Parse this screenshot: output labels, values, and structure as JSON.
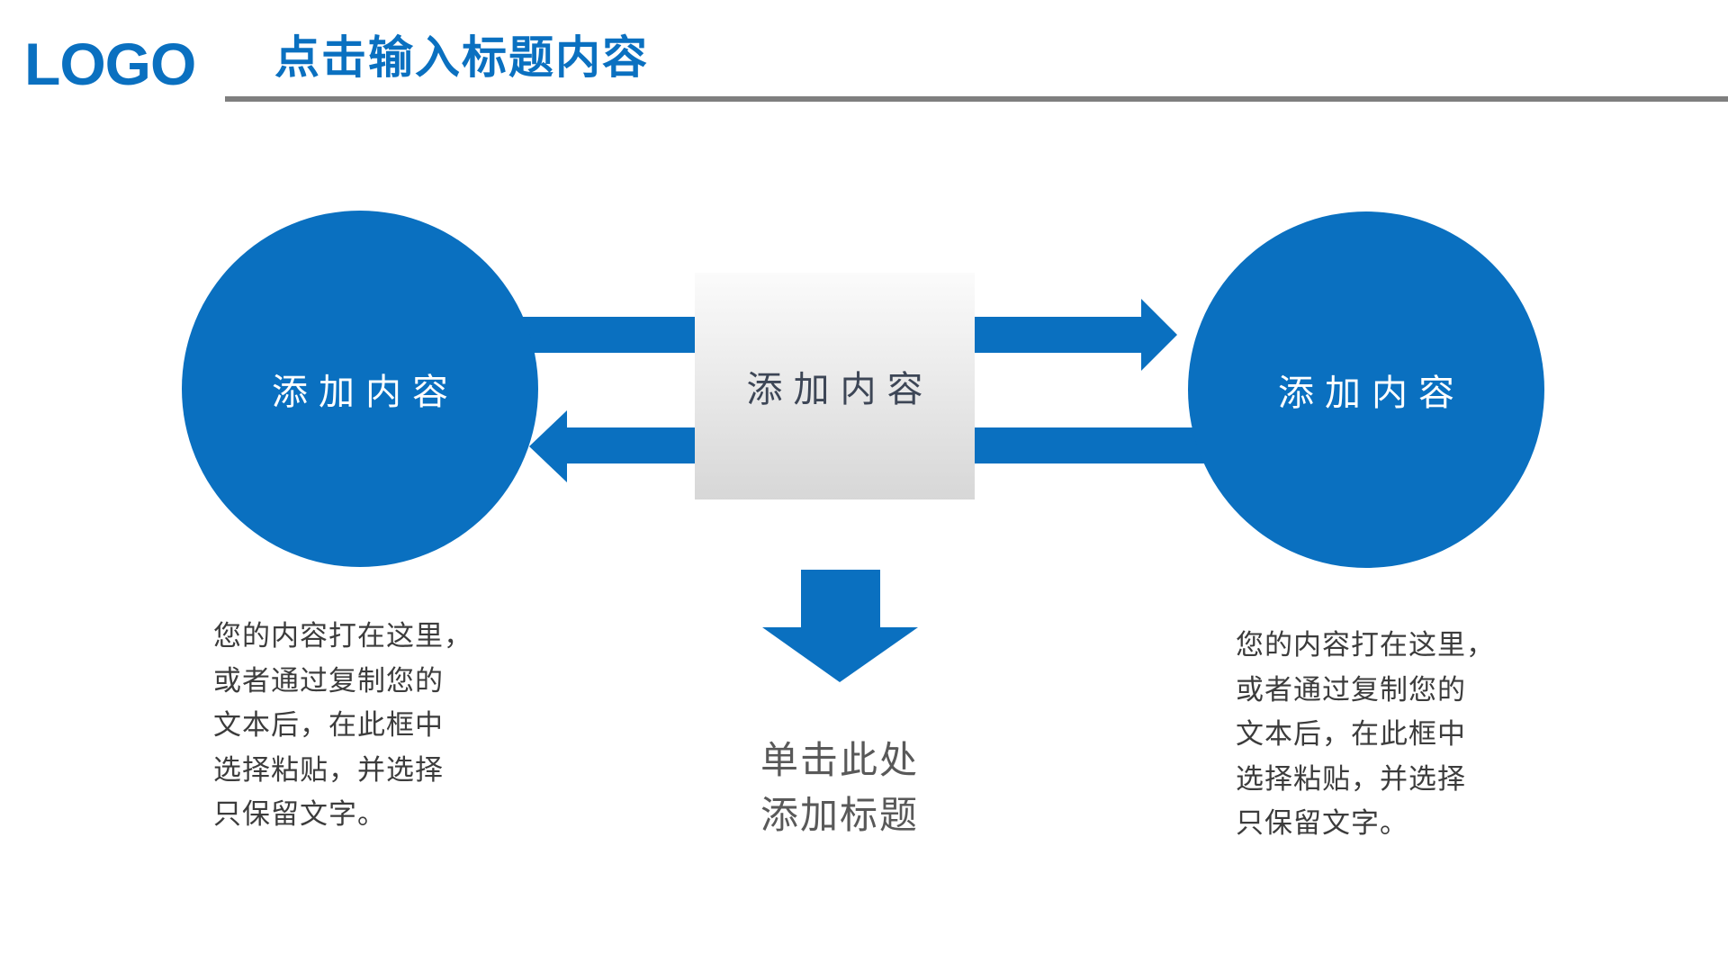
{
  "colors": {
    "primary_blue": "#0A70C0",
    "divider_gray": "#7F7F7F",
    "box_text": "#3D4656",
    "caption_gray": "#595959",
    "body_text": "#3C3C3C",
    "box_grad_top": "#FBFBFB",
    "box_grad_bottom": "#D7D7D7"
  },
  "header": {
    "logo_text": "LOGO",
    "title": "点击输入标题内容"
  },
  "diagram": {
    "left_circle_label": "添加内容",
    "right_circle_label": "添加内容",
    "center_box_label": "添加内容",
    "caption": "单击此处\n添加标题"
  },
  "body": {
    "left_paragraph": "您的内容打在这里，\n或者通过复制您的\n文本后，在此框中\n选择粘贴，并选择\n只保留文字。",
    "right_paragraph": "您的内容打在这里，\n或者通过复制您的\n文本后，在此框中\n选择粘贴，并选择\n只保留文字。"
  }
}
